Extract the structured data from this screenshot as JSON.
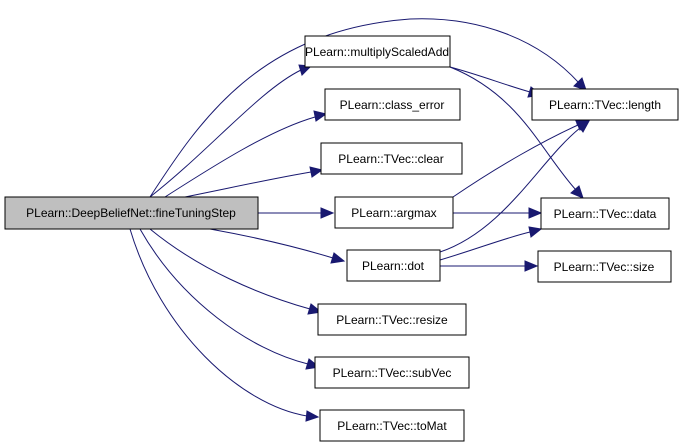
{
  "colors": {
    "edge": "#191970",
    "node_border": "#000000",
    "node_fill": "#ffffff",
    "root_fill": "#bfbfbf"
  },
  "nodes": {
    "root": "PLearn::DeepBeliefNet::fineTuningStep",
    "multiplyScaledAdd": "PLearn::multiplyScaledAdd",
    "class_error": "PLearn::class_error",
    "clear": "PLearn::TVec::clear",
    "argmax": "PLearn::argmax",
    "dot": "PLearn::dot",
    "resize": "PLearn::TVec::resize",
    "subVec": "PLearn::TVec::subVec",
    "toMat": "PLearn::TVec::toMat",
    "length": "PLearn::TVec::length",
    "data": "PLearn::TVec::data",
    "size": "PLearn::TVec::size"
  },
  "edges": [
    [
      "root",
      "length"
    ],
    [
      "root",
      "multiplyScaledAdd"
    ],
    [
      "root",
      "class_error"
    ],
    [
      "root",
      "clear"
    ],
    [
      "root",
      "argmax"
    ],
    [
      "root",
      "dot"
    ],
    [
      "root",
      "resize"
    ],
    [
      "root",
      "subVec"
    ],
    [
      "root",
      "toMat"
    ],
    [
      "multiplyScaledAdd",
      "length"
    ],
    [
      "multiplyScaledAdd",
      "data"
    ],
    [
      "argmax",
      "length"
    ],
    [
      "argmax",
      "data"
    ],
    [
      "dot",
      "length"
    ],
    [
      "dot",
      "data"
    ],
    [
      "dot",
      "size"
    ]
  ]
}
